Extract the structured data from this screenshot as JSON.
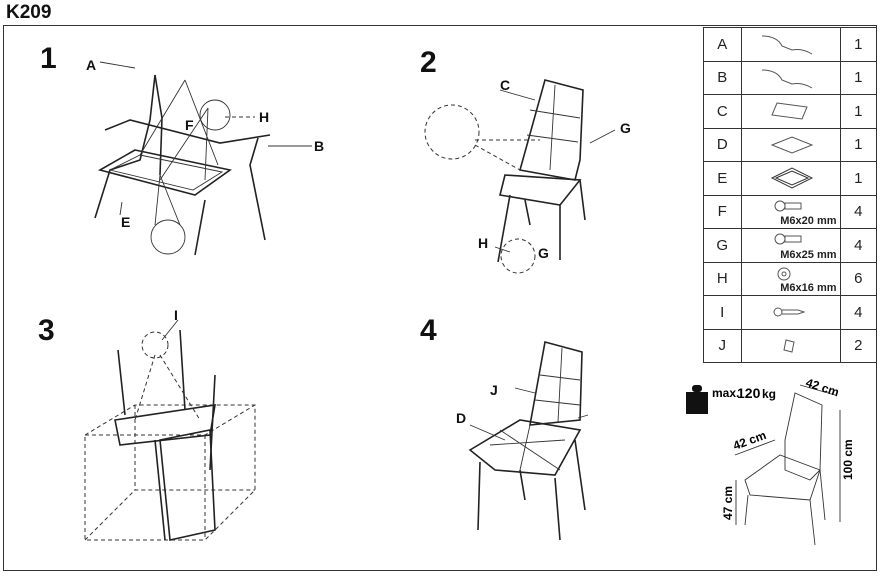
{
  "title": "K209",
  "steps": [
    "1",
    "2",
    "3",
    "4"
  ],
  "labels": {
    "s1": {
      "A": "A",
      "F": "F",
      "H": "H",
      "B": "B",
      "E": "E"
    },
    "s2": {
      "C": "C",
      "G": "G",
      "H": "H",
      "G2": "G"
    },
    "s3": {
      "I": "I"
    },
    "s4": {
      "J": "J",
      "D": "D"
    }
  },
  "parts": [
    {
      "letter": "A",
      "icon": "side-frame-a",
      "size": "",
      "qty": "1"
    },
    {
      "letter": "B",
      "icon": "side-frame-b",
      "size": "",
      "qty": "1"
    },
    {
      "letter": "C",
      "icon": "backrest",
      "size": "",
      "qty": "1"
    },
    {
      "letter": "D",
      "icon": "seat-cushion",
      "size": "",
      "qty": "1"
    },
    {
      "letter": "E",
      "icon": "seat-frame",
      "size": "",
      "qty": "1"
    },
    {
      "letter": "F",
      "icon": "bolt",
      "size": "M6x20 mm",
      "qty": "4"
    },
    {
      "letter": "G",
      "icon": "bolt",
      "size": "M6x25 mm",
      "qty": "4"
    },
    {
      "letter": "H",
      "icon": "washer",
      "size": "M6x16 mm",
      "qty": "6"
    },
    {
      "letter": "I",
      "icon": "screw",
      "size": "",
      "qty": "4"
    },
    {
      "letter": "J",
      "icon": "cap",
      "size": "",
      "qty": "2"
    }
  ],
  "specs": {
    "max_load_prefix": "max.",
    "max_load": "120",
    "unit": "kg",
    "width": "42 cm",
    "depth": "42 cm",
    "height": "100 cm",
    "seat_height": "47 cm"
  }
}
